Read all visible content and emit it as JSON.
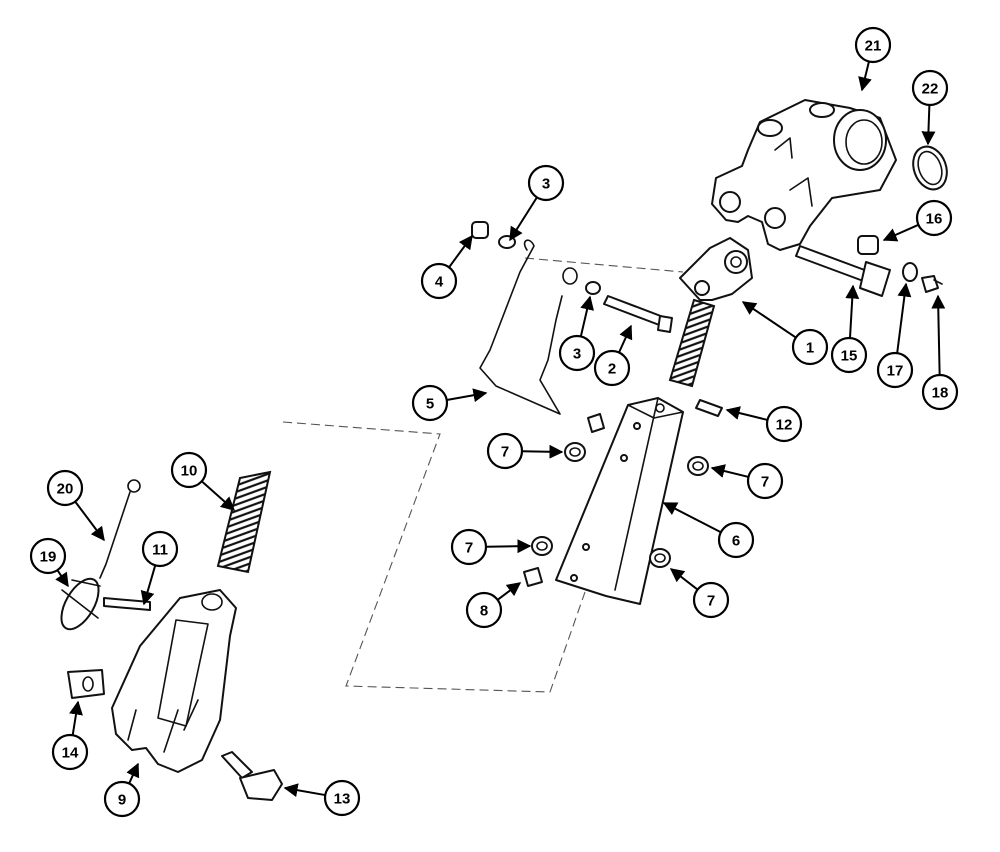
{
  "diagram": {
    "callouts": [
      {
        "id": "c1",
        "label": "1"
      },
      {
        "id": "c2",
        "label": "2"
      },
      {
        "id": "c3a",
        "label": "3"
      },
      {
        "id": "c3b",
        "label": "3"
      },
      {
        "id": "c4",
        "label": "4"
      },
      {
        "id": "c5",
        "label": "5"
      },
      {
        "id": "c6",
        "label": "6"
      },
      {
        "id": "c7a",
        "label": "7"
      },
      {
        "id": "c7b",
        "label": "7"
      },
      {
        "id": "c7c",
        "label": "7"
      },
      {
        "id": "c7d",
        "label": "7"
      },
      {
        "id": "c8",
        "label": "8"
      },
      {
        "id": "c9",
        "label": "9"
      },
      {
        "id": "c10",
        "label": "10"
      },
      {
        "id": "c11",
        "label": "11"
      },
      {
        "id": "c12",
        "label": "12"
      },
      {
        "id": "c13",
        "label": "13"
      },
      {
        "id": "c14",
        "label": "14"
      },
      {
        "id": "c15",
        "label": "15"
      },
      {
        "id": "c16",
        "label": "16"
      },
      {
        "id": "c17",
        "label": "17"
      },
      {
        "id": "c18",
        "label": "18"
      },
      {
        "id": "c19",
        "label": "19"
      },
      {
        "id": "c20",
        "label": "20"
      },
      {
        "id": "c21",
        "label": "21"
      },
      {
        "id": "c22",
        "label": "22"
      }
    ]
  }
}
